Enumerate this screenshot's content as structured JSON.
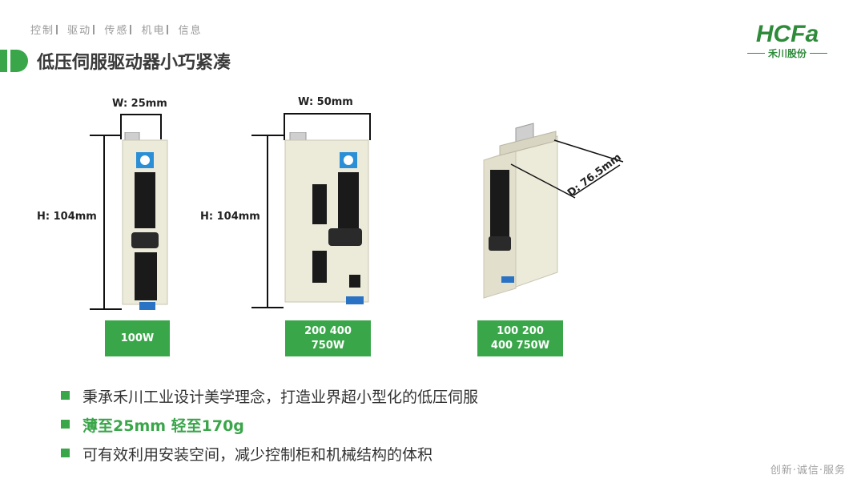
{
  "header": {
    "nav": [
      "控制",
      "驱动",
      "传感",
      "机电",
      "信息"
    ],
    "logo_text": "HCFa",
    "logo_sub": "禾川股份"
  },
  "title": "低压伺服驱动器小巧紧凑",
  "products": [
    {
      "width_label": "W: 25mm",
      "height_label": "H: 104mm",
      "badge": [
        "100W"
      ]
    },
    {
      "width_label": "W: 50mm",
      "height_label": "H: 104mm",
      "badge": [
        "200 400",
        "750W"
      ]
    },
    {
      "depth_label": "D: 76.5mm",
      "badge": [
        "100 200",
        "400 750W"
      ]
    }
  ],
  "bullets": [
    {
      "text": "秉承禾川工业设计美学理念，打造业界超小型化的低压伺服",
      "highlight": false
    },
    {
      "text": "薄至25mm 轻至170g",
      "highlight": true
    },
    {
      "text": "可有效利用安装空间，减少控制柜和机械结构的体积",
      "highlight": false
    }
  ],
  "footer": "创新·诚信·服务",
  "colors": {
    "accent": "#3aa64a",
    "text": "#333333",
    "muted": "#9a9a9a"
  }
}
